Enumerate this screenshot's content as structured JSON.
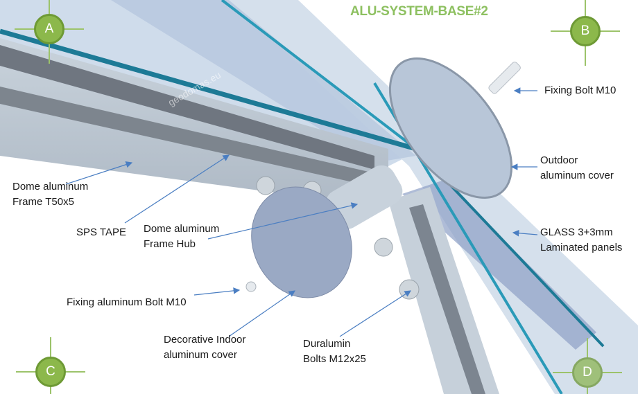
{
  "title": "ALU-SYSTEM-BASE#2",
  "watermark": "geodomas.eu",
  "markers": [
    "A",
    "B",
    "C",
    "D"
  ],
  "labels": {
    "fixing_bolt": "Fixing Bolt M10",
    "outdoor_cover": [
      "Outdoor",
      "aluminum cover"
    ],
    "glass": [
      "GLASS 3+3mm",
      "Laminated panels"
    ],
    "frame": [
      "Dome aluminum",
      "Frame T50x5"
    ],
    "sps_tape": "SPS TAPE",
    "hub": [
      "Dome aluminum",
      "Frame Hub"
    ],
    "fixing_alu_bolt": "Fixing aluminum Bolt M10",
    "indoor_cover": [
      "Decorative Indoor",
      "aluminum cover"
    ],
    "duralumin": [
      "Duralumin",
      "Bolts M12x25"
    ]
  },
  "colors": {
    "title": "#8dc060",
    "marker": "#8cb84b",
    "glass_edge": "#1d7a96",
    "arrow": "#4a7ec2"
  }
}
